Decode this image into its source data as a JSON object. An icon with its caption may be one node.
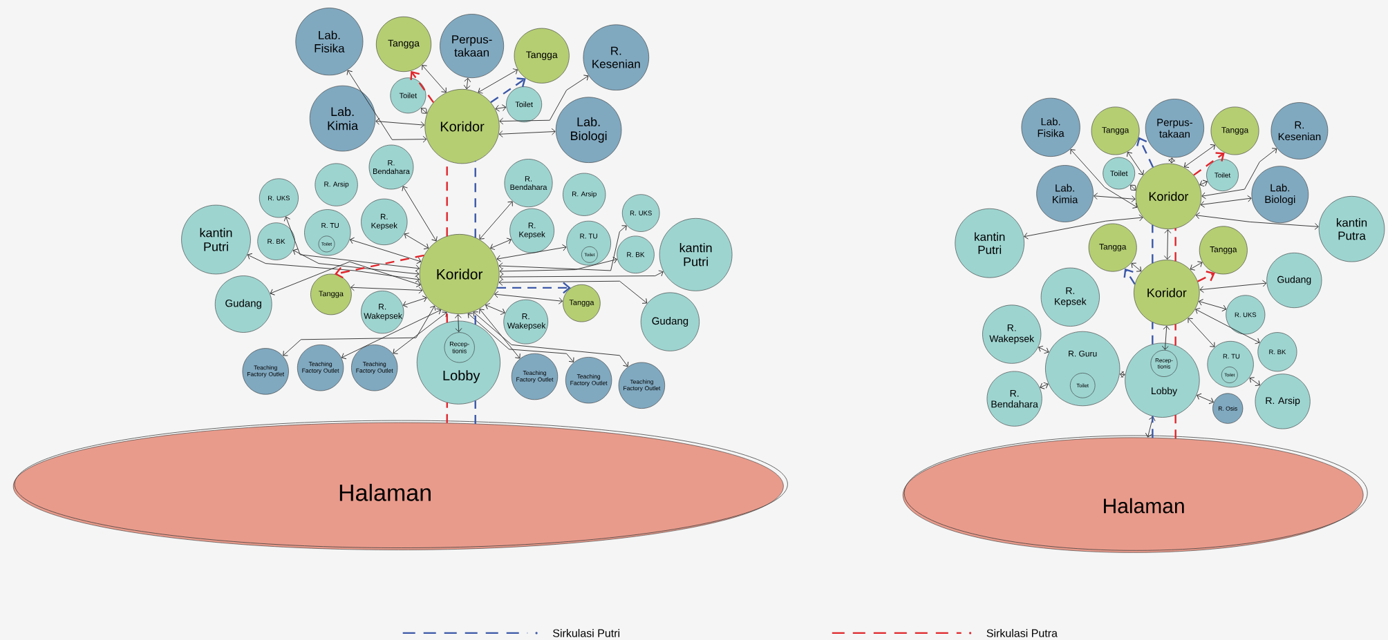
{
  "diagram": {
    "nodes": [
      {
        "text": [
          "Lab. Fisika"
        ]
      },
      {
        "text": [
          "Tangga"
        ]
      },
      {
        "text": [
          "Perpus- takaan"
        ]
      },
      {
        "text": [
          "Tangga"
        ]
      },
      {
        "text": [
          "R. Kesenian"
        ]
      },
      {
        "text": [
          "Toilet"
        ]
      },
      {
        "text": [
          "Toilet"
        ]
      },
      {
        "text": [
          "Lab. Kimia"
        ]
      },
      {
        "text": [
          "Koridor"
        ]
      },
      {
        "text": [
          "Lab. Biologi"
        ]
      },
      {
        "text": [
          "R. Bendahara"
        ]
      },
      {
        "text": [
          "R. Bendahara"
        ]
      },
      {
        "text": [
          "R. Arsip"
        ]
      },
      {
        "text": [
          "R. Arsip"
        ]
      },
      {
        "text": [
          "R. UKS"
        ]
      },
      {
        "text": [
          "R. UKS"
        ]
      },
      {
        "text": [
          "R. Kepsek"
        ]
      },
      {
        "text": [
          "R. TU"
        ]
      },
      {
        "text": [
          "Toilet"
        ],
        "in": 17
      },
      {
        "text": [
          "R. Kepsek"
        ]
      },
      {
        "text": [
          "R. TU"
        ]
      },
      {
        "text": [
          "Toilet"
        ],
        "in": 20
      },
      {
        "text": [
          "kantin Putri"
        ]
      },
      {
        "text": [
          "R. BK"
        ]
      },
      {
        "text": [
          "R. BK"
        ]
      },
      {
        "text": [
          "kantin Putri"
        ]
      },
      {
        "text": [
          "Koridor"
        ]
      },
      {
        "text": [
          "Tangga"
        ]
      },
      {
        "text": [
          "Tangga"
        ]
      },
      {
        "text": [
          "Gudang"
        ]
      },
      {
        "text": [
          "R. Wakepsek"
        ]
      },
      {
        "text": [
          "R. Wakepsek"
        ]
      },
      {
        "text": [
          "Gudang"
        ]
      },
      {
        "text": [
          "Lobby"
        ]
      },
      {
        "text": [
          "Recep- tionis"
        ],
        "in": 33
      },
      {
        "text": [
          "Teaching Factory Outlet"
        ]
      },
      {
        "text": [
          "Teaching Factory Outlet"
        ]
      },
      {
        "text": [
          "Teaching Factory Outlet"
        ]
      },
      {
        "text": [
          "Teaching Factory Outlet"
        ]
      },
      {
        "text": [
          "Teaching Factory Outlet"
        ]
      },
      {
        "text": [
          "Teaching Factory Outlet"
        ]
      },
      {
        "text": [
          "Halaman"
        ]
      },
      {
        "text": [
          "Lab. Fisika"
        ]
      },
      {
        "text": [
          "Tangga"
        ]
      },
      {
        "text": [
          "Perpus- takaan"
        ]
      },
      {
        "text": [
          "Tangga"
        ]
      },
      {
        "text": [
          "R. Kesenian"
        ]
      },
      {
        "text": [
          "Toilet"
        ]
      },
      {
        "text": [
          "Toilet"
        ]
      },
      {
        "text": [
          "Lab. Kimia"
        ]
      },
      {
        "text": [
          "Koridor"
        ]
      },
      {
        "text": [
          "Lab. Biologi"
        ]
      },
      {
        "text": [
          "kantin Putri"
        ]
      },
      {
        "text": [
          "kantin Putra"
        ]
      },
      {
        "text": [
          "Tangga"
        ]
      },
      {
        "text": [
          "Tangga"
        ]
      },
      {
        "text": [
          "Gudang"
        ]
      },
      {
        "text": [
          "Koridor"
        ]
      },
      {
        "text": [
          "R. Kepsek"
        ]
      },
      {
        "text": [
          "R. UKS"
        ]
      },
      {
        "text": [
          "R. Wakepsek"
        ]
      },
      {
        "text": [
          "R. BK"
        ]
      },
      {
        "text": [
          "R. TU"
        ]
      },
      {
        "text": [
          "Toilet"
        ],
        "in": 62
      },
      {
        "text": [
          "R. Guru"
        ]
      },
      {
        "text": [
          "Toilet"
        ],
        "in": 64
      },
      {
        "text": [
          "Lobby"
        ]
      },
      {
        "text": [
          "Recep- tionis"
        ],
        "in": 66
      },
      {
        "text": [
          "R. Bendahara"
        ]
      },
      {
        "text": [
          "R. Arsip"
        ]
      },
      {
        "text": [
          "R. Osis"
        ]
      },
      {
        "text": [
          "Halaman"
        ]
      }
    ],
    "edges": [
      {
        "from": 8,
        "to": 0,
        "arrow": "both"
      },
      {
        "from": 8,
        "to": 1,
        "arrow": "both"
      },
      {
        "from": 8,
        "to": 2,
        "arrow": "both"
      },
      {
        "from": 8,
        "to": 3,
        "arrow": "both"
      },
      {
        "from": 8,
        "to": 4,
        "arrow": "both"
      },
      {
        "from": 8,
        "to": 5,
        "arrow": "both"
      },
      {
        "from": 8,
        "to": 6,
        "arrow": "both"
      },
      {
        "from": 8,
        "to": 7,
        "arrow": "both"
      },
      {
        "from": 8,
        "to": 9,
        "arrow": "both"
      },
      {
        "from": 26,
        "to": 10,
        "arrow": "both"
      },
      {
        "from": 26,
        "to": 14,
        "arrow": "both"
      },
      {
        "from": 26,
        "to": 17,
        "arrow": "both"
      },
      {
        "from": 26,
        "to": 16,
        "arrow": "both"
      },
      {
        "from": 26,
        "to": 22,
        "arrow": "both"
      },
      {
        "from": 26,
        "to": 23,
        "arrow": "both"
      },
      {
        "from": 26,
        "to": 29,
        "arrow": "both"
      },
      {
        "from": 26,
        "to": 27,
        "arrow": "both"
      },
      {
        "from": 26,
        "to": 30,
        "arrow": "both"
      },
      {
        "from": 26,
        "to": 35,
        "arrow": "both"
      },
      {
        "from": 26,
        "to": 36,
        "arrow": "both"
      },
      {
        "from": 26,
        "to": 37,
        "arrow": "both"
      },
      {
        "from": 26,
        "to": 11,
        "arrow": "both"
      },
      {
        "from": 26,
        "to": 15,
        "arrow": "both"
      },
      {
        "from": 26,
        "to": 19,
        "arrow": "both"
      },
      {
        "from": 26,
        "to": 20,
        "arrow": "both"
      },
      {
        "from": 26,
        "to": 24,
        "arrow": "both"
      },
      {
        "from": 26,
        "to": 25,
        "arrow": "both"
      },
      {
        "from": 26,
        "to": 28,
        "arrow": "both"
      },
      {
        "from": 26,
        "to": 31,
        "arrow": "both"
      },
      {
        "from": 26,
        "to": 32,
        "arrow": "both"
      },
      {
        "from": 26,
        "to": 38,
        "arrow": "both"
      },
      {
        "from": 26,
        "to": 39,
        "arrow": "both"
      },
      {
        "from": 26,
        "to": 40,
        "arrow": "both"
      },
      {
        "from": 26,
        "to": 34,
        "arrow": "both"
      },
      {
        "from": 41,
        "to": 33,
        "arrow": "none",
        "style": "dashed",
        "color": "#e0262b"
      },
      {
        "from": 33,
        "to": 26,
        "arrow": "none",
        "style": "dashed",
        "color": "#e0262b"
      },
      {
        "from": 26,
        "to": 8,
        "arrow": "none",
        "style": "dashed",
        "color": "#e0262b"
      },
      {
        "from": 8,
        "to": 1,
        "arrow": "to",
        "style": "dashed",
        "color": "#e0262b"
      },
      {
        "from": 26,
        "to": 27,
        "arrow": "to",
        "style": "dashed",
        "color": "#e0262b"
      },
      {
        "from": 41,
        "to": 33,
        "arrow": "none",
        "style": "dashed",
        "color": "#3b58a8"
      },
      {
        "from": 33,
        "to": 26,
        "arrow": "none",
        "style": "dashed",
        "color": "#3b58a8"
      },
      {
        "from": 26,
        "to": 8,
        "arrow": "none",
        "style": "dashed",
        "color": "#3b58a8"
      },
      {
        "from": 8,
        "to": 3,
        "arrow": "to",
        "style": "dashed",
        "color": "#3b58a8"
      },
      {
        "from": 26,
        "to": 28,
        "arrow": "to",
        "style": "dashed",
        "color": "#3b58a8"
      },
      {
        "from": 50,
        "to": 42,
        "arrow": "both"
      },
      {
        "from": 50,
        "to": 43,
        "arrow": "both"
      },
      {
        "from": 50,
        "to": 44,
        "arrow": "both"
      },
      {
        "from": 50,
        "to": 45,
        "arrow": "both"
      },
      {
        "from": 50,
        "to": 46,
        "arrow": "both"
      },
      {
        "from": 50,
        "to": 47,
        "arrow": "both"
      },
      {
        "from": 50,
        "to": 48,
        "arrow": "both"
      },
      {
        "from": 50,
        "to": 49,
        "arrow": "both"
      },
      {
        "from": 50,
        "to": 51,
        "arrow": "both"
      },
      {
        "from": 50,
        "to": 52,
        "arrow": "both"
      },
      {
        "from": 50,
        "to": 53,
        "arrow": "both"
      },
      {
        "from": 50,
        "to": 57,
        "arrow": "both"
      },
      {
        "from": 57,
        "to": 54,
        "arrow": "both"
      },
      {
        "from": 57,
        "to": 55,
        "arrow": "both"
      },
      {
        "from": 57,
        "to": 56,
        "arrow": "both"
      },
      {
        "from": 57,
        "to": 59,
        "arrow": "both"
      },
      {
        "from": 57,
        "to": 61,
        "arrow": "both"
      },
      {
        "from": 57,
        "to": 62,
        "arrow": "both"
      },
      {
        "from": 57,
        "to": 67,
        "arrow": "both"
      },
      {
        "from": 64,
        "to": 60,
        "arrow": "both"
      },
      {
        "from": 64,
        "to": 68,
        "arrow": "both"
      },
      {
        "from": 64,
        "to": 66,
        "arrow": "both"
      },
      {
        "from": 66,
        "to": 70,
        "arrow": "both"
      },
      {
        "from": 66,
        "to": 71,
        "arrow": "both"
      },
      {
        "from": 62,
        "to": 69,
        "arrow": "both"
      },
      {
        "from": 71,
        "to": 66,
        "arrow": "none",
        "style": "dashed",
        "color": "#3b58a8"
      },
      {
        "from": 66,
        "to": 57,
        "arrow": "none",
        "style": "dashed",
        "color": "#3b58a8"
      },
      {
        "from": 57,
        "to": 50,
        "arrow": "none",
        "style": "dashed",
        "color": "#3b58a8"
      },
      {
        "from": 50,
        "to": 43,
        "arrow": "to",
        "style": "dashed",
        "color": "#3b58a8"
      },
      {
        "from": 57,
        "to": 54,
        "arrow": "to",
        "style": "dashed",
        "color": "#3b58a8"
      },
      {
        "from": 71,
        "to": 66,
        "arrow": "none",
        "style": "dashed",
        "color": "#e0262b"
      },
      {
        "from": 66,
        "to": 57,
        "arrow": "none",
        "style": "dashed",
        "color": "#e0262b"
      },
      {
        "from": 57,
        "to": 50,
        "arrow": "none",
        "style": "dashed",
        "color": "#e0262b"
      },
      {
        "from": 50,
        "to": 45,
        "arrow": "to",
        "style": "dashed",
        "color": "#e0262b"
      },
      {
        "from": 57,
        "to": 55,
        "arrow": "to",
        "style": "dashed",
        "color": "#e0262b"
      }
    ],
    "legend": [
      {
        "text": "Sirkulasi Putri"
      },
      {
        "text": "Sirkulasi Putra"
      }
    ]
  }
}
